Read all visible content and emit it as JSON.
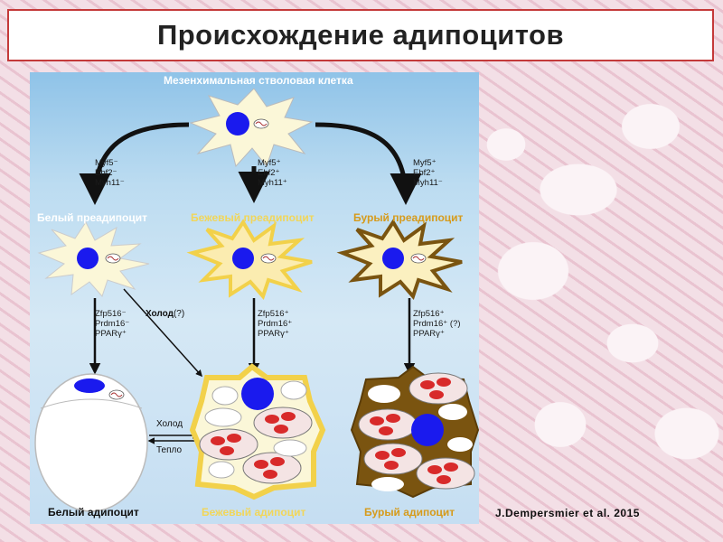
{
  "title": "Происхождение адипоцитов",
  "citation": "J.Dempersmier et al. 2015",
  "diagram": {
    "stem_cell_label": "Мезенхимальная стволовая клетка",
    "preadipocytes": [
      {
        "label": "Белый преадипоцит"
      },
      {
        "label": "Бежевый преадипоцит"
      },
      {
        "label": "Бурый преадипоцит"
      }
    ],
    "markers_top": [
      [
        "Myf5⁻",
        "Ebf2⁻",
        "Myh11⁻"
      ],
      [
        "Myf5⁺",
        "Ebf2⁺",
        "Myh11⁺"
      ],
      [
        "Myf5⁺",
        "Ebf2⁺",
        "Myh11⁻"
      ]
    ],
    "markers_bottom": [
      [
        "Zfp516⁻",
        "Prdm16⁻",
        "PPARγ⁺"
      ],
      [
        "Zfp516⁺",
        "Prdm16⁺",
        "PPARγ⁺"
      ],
      [
        "Zfp516⁺",
        "Prdm16⁺ (?)",
        "PPARγ⁺"
      ]
    ],
    "cold_question_bold": "Холод",
    "cold_question_rest": "(?)",
    "cold_label": "Холод",
    "heat_label": "Тепло",
    "adipocytes": [
      {
        "label": "Белый адипоцит"
      },
      {
        "label": "Бежевый адипоцит"
      },
      {
        "label": "Бурый адипоцит"
      }
    ],
    "colors": {
      "nucleus": "#1a1aee",
      "cell_pale": "#fbf7d8",
      "cell_beige": "#fbecb0",
      "cell_brown": "#7a5410",
      "mitochondria": "#d82a2a"
    }
  }
}
